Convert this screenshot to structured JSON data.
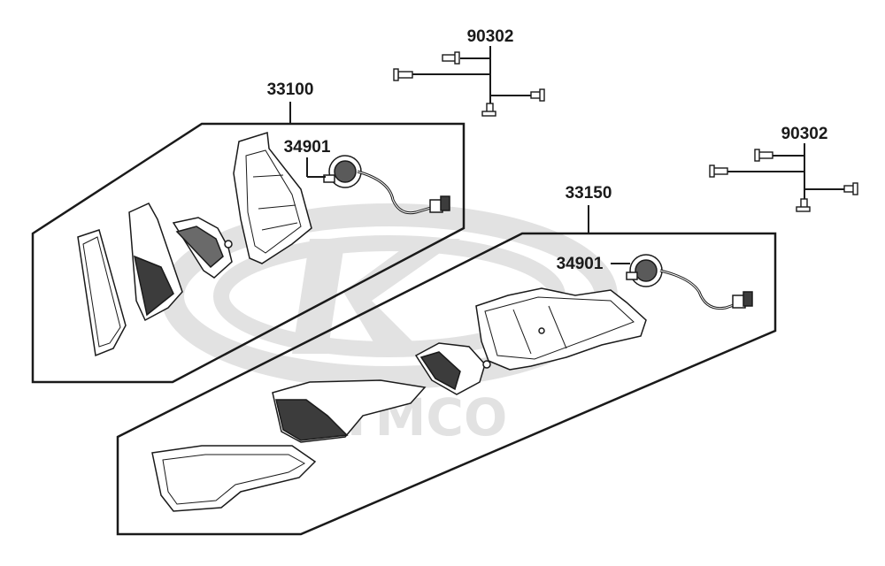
{
  "diagram": {
    "watermark": {
      "brand": "KYMCO",
      "color": "#e2e2e2"
    },
    "callouts": {
      "screw_set_top": "90302",
      "screw_set_right": "90302",
      "assembly_left": "33100",
      "assembly_right": "33150",
      "socket_left": "34901",
      "socket_right": "34901"
    },
    "colors": {
      "line": "#1a1a1a",
      "lens_shade": "#3c3c3c"
    }
  }
}
